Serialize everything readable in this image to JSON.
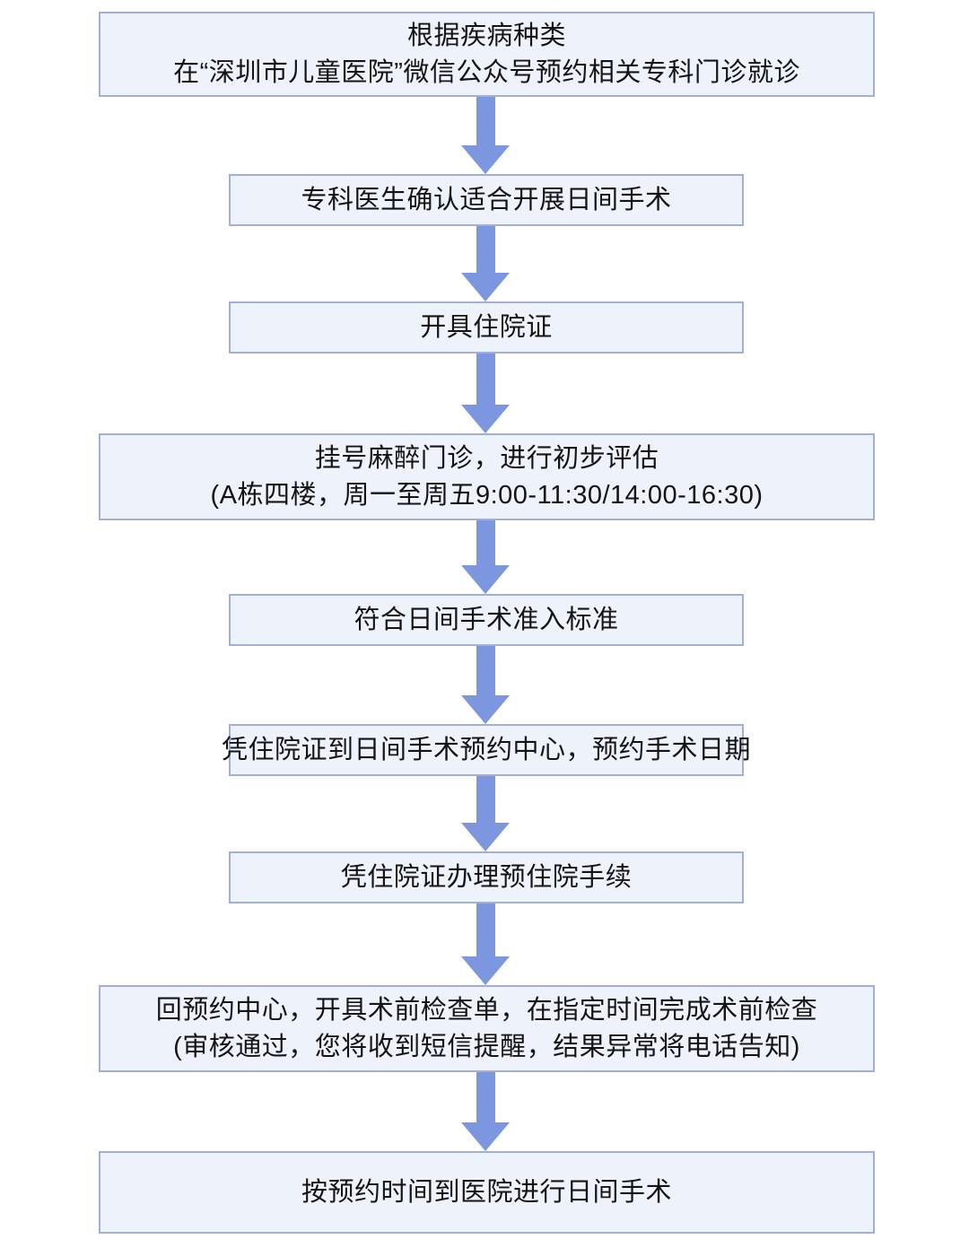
{
  "flowchart": {
    "description": "day-surgery-process-flow",
    "steps": [
      {
        "id": 1,
        "size": "wide",
        "lines": [
          "根据疾病种类",
          "在“深圳市儿童医院”微信公众号预约相关专科门诊就诊"
        ]
      },
      {
        "id": 2,
        "size": "narrow",
        "lines": [
          "专科医生确认适合开展日间手术",
          ""
        ]
      },
      {
        "id": 3,
        "size": "narrow",
        "lines": [
          "开具住院证",
          ""
        ]
      },
      {
        "id": 4,
        "size": "wide",
        "lines": [
          "挂号麻醉门诊，进行初步评估",
          "(A栋四楼，周一至周五9:00-11:30/14:00-16:30)"
        ]
      },
      {
        "id": 5,
        "size": "narrow",
        "lines": [
          "符合日间手术准入标准",
          ""
        ]
      },
      {
        "id": 6,
        "size": "narrow",
        "lines": [
          "凭住院证到日间手术预约中心，预约手术日期",
          ""
        ]
      },
      {
        "id": 7,
        "size": "narrow",
        "lines": [
          "凭住院证办理预住院手续",
          ""
        ]
      },
      {
        "id": 8,
        "size": "wide",
        "lines": [
          "回预约中心，开具术前检查单，在指定时间完成术前检查",
          "(审核通过，您将收到短信提醒，结果异常将电话告知)"
        ]
      },
      {
        "id": 9,
        "size": "wide",
        "lines": [
          "按预约时间到医院进行日间手术",
          ""
        ]
      }
    ]
  },
  "colors": {
    "background": "#ffffff",
    "box_fill": "#eef2fb",
    "box_border": "#a4afd7",
    "arrow": "#7d96e0",
    "text": "#141414"
  }
}
